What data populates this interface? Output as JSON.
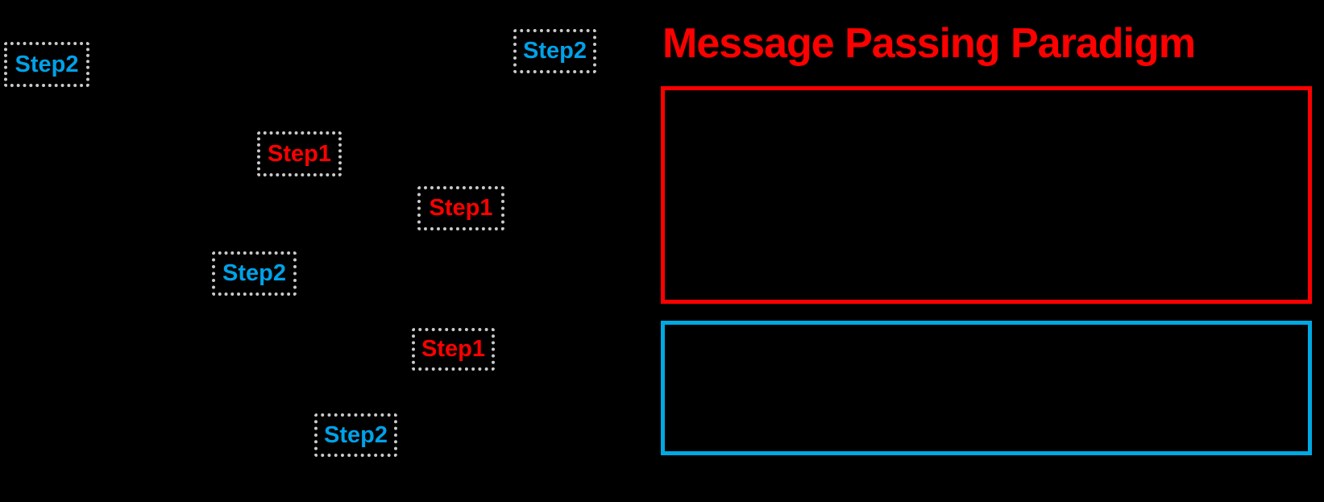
{
  "title": "Message Passing Paradigm",
  "colors": {
    "background": "#000000",
    "step1_red": "#FF0000",
    "step2_blue": "#00A2E8",
    "dashed_border": "#C9C9C9",
    "red_panel_border": "#FF0000",
    "blue_panel_border": "#00A9E2"
  },
  "step_boxes": [
    {
      "id": "step2-top-left",
      "label": "Step2",
      "color": "blue"
    },
    {
      "id": "step2-top-right",
      "label": "Step2",
      "color": "blue"
    },
    {
      "id": "step1-upper",
      "label": "Step1",
      "color": "red"
    },
    {
      "id": "step1-middle",
      "label": "Step1",
      "color": "red"
    },
    {
      "id": "step2-middle",
      "label": "Step2",
      "color": "blue"
    },
    {
      "id": "step1-lower",
      "label": "Step1",
      "color": "red"
    },
    {
      "id": "step2-bottom",
      "label": "Step2",
      "color": "blue"
    }
  ],
  "panels": [
    {
      "id": "red-panel",
      "content": ""
    },
    {
      "id": "blue-panel",
      "content": ""
    }
  ]
}
